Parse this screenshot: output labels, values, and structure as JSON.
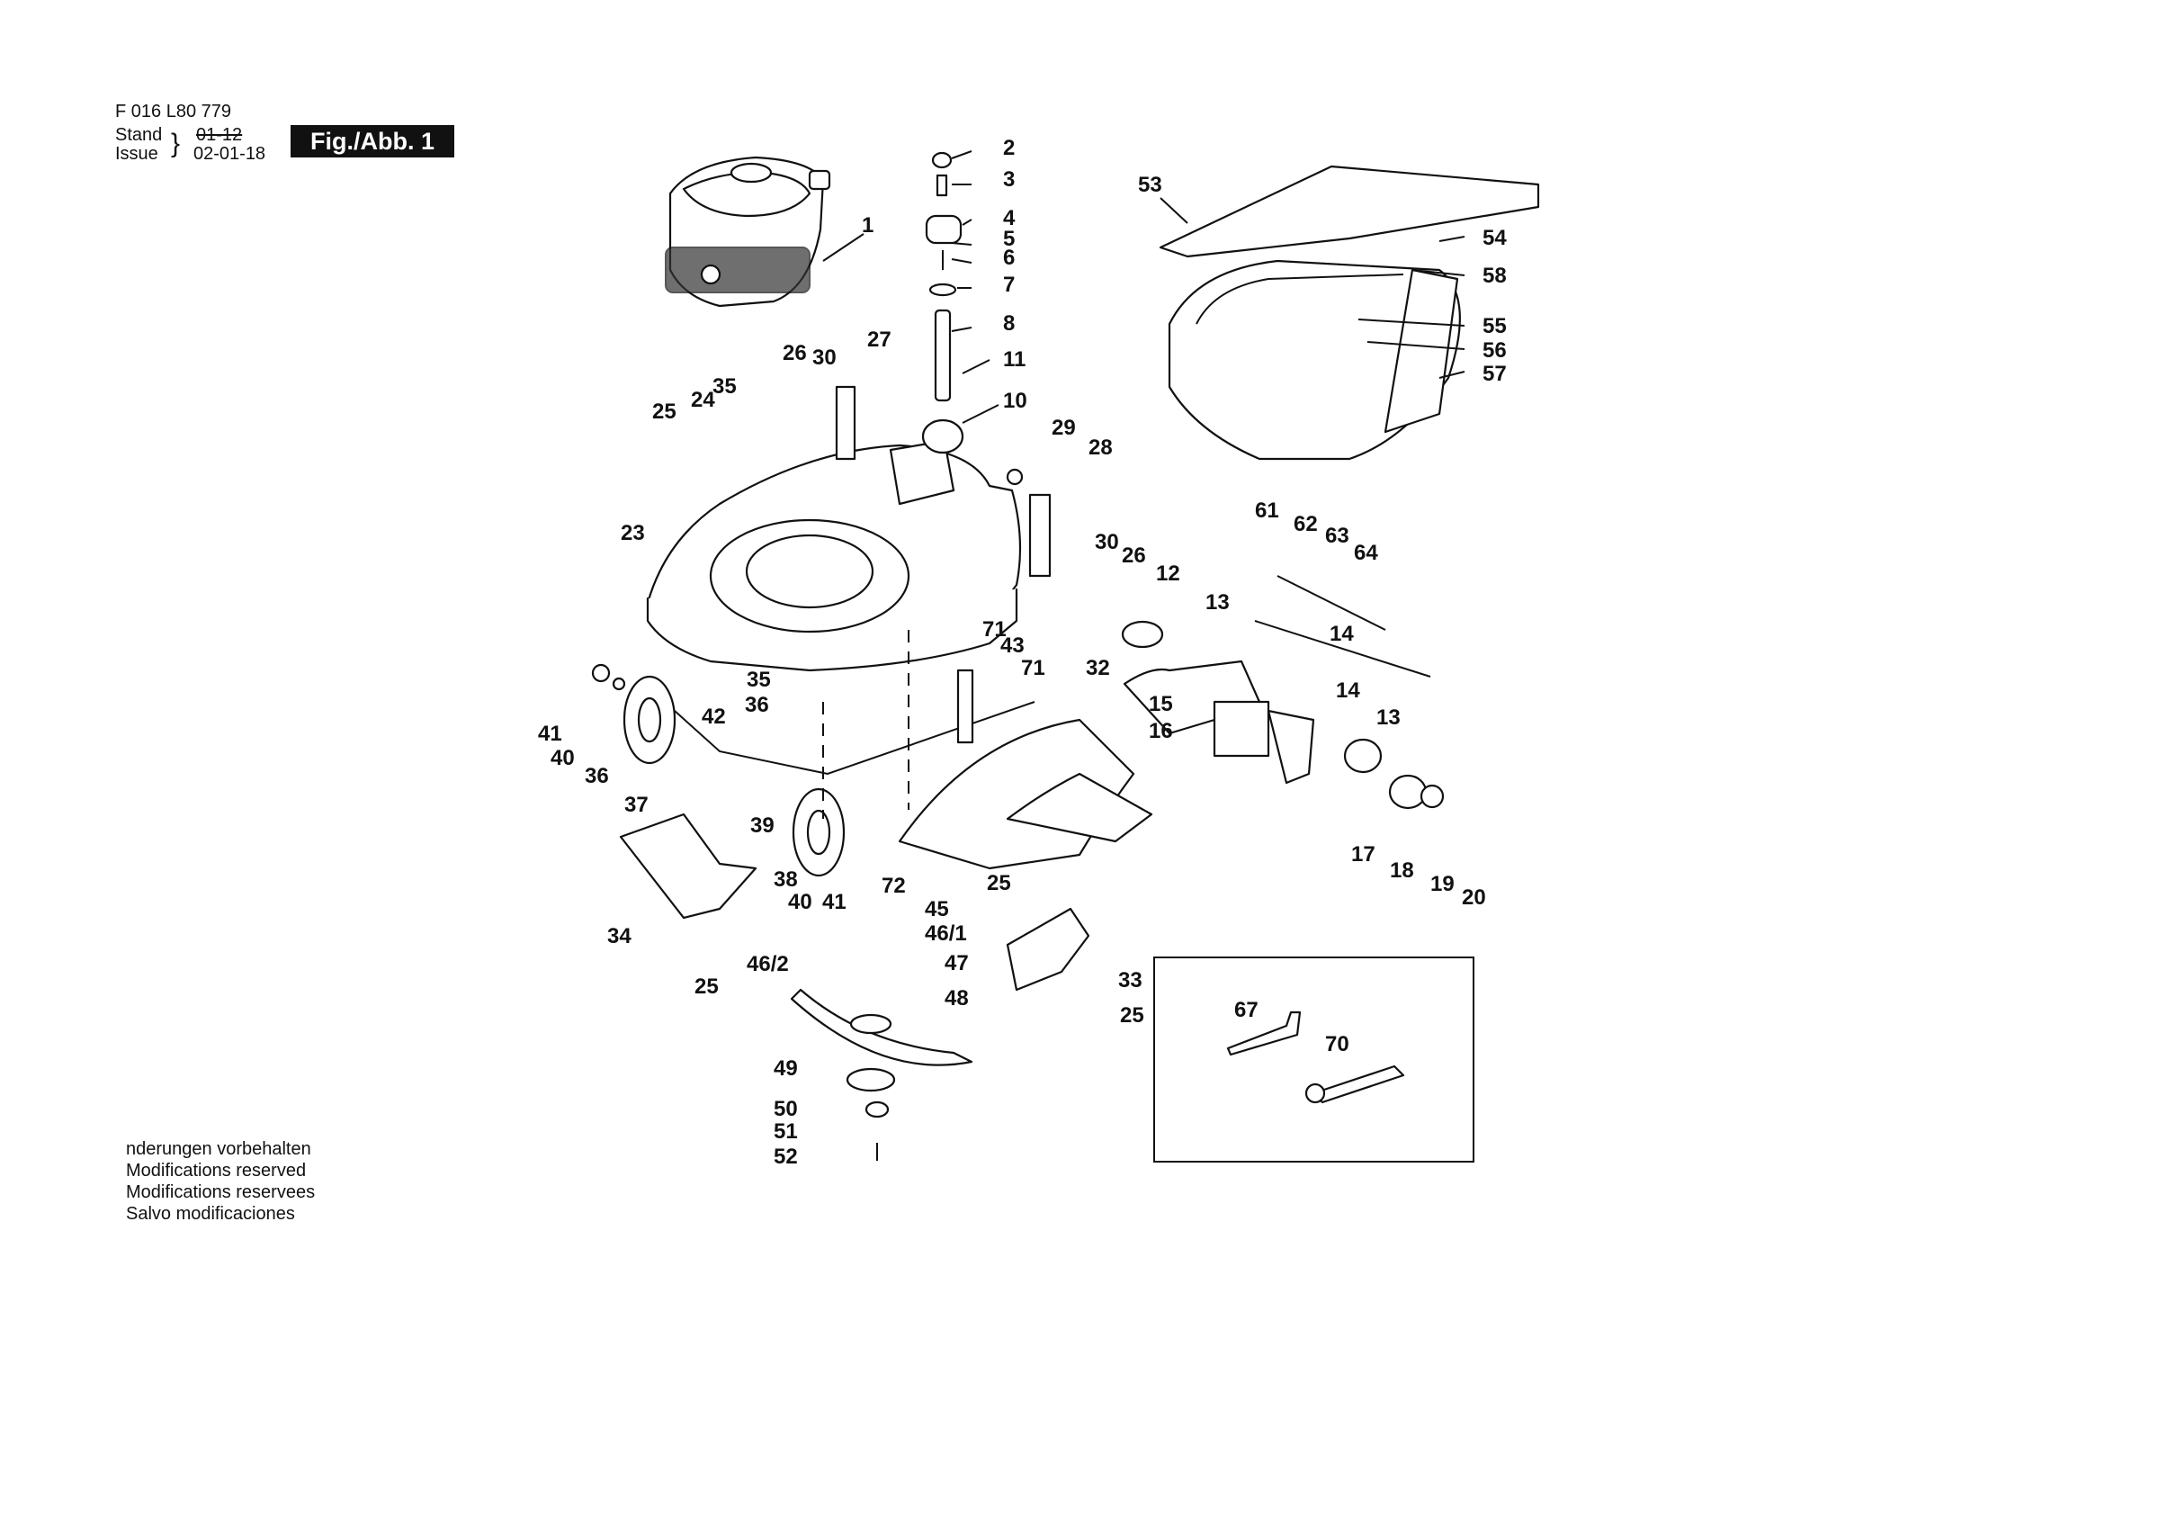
{
  "header": {
    "doc_number": "F 016 L80 779",
    "stand_label": "Stand",
    "issue_label": "Issue",
    "old_date": "01-12",
    "issue_date": "02-01-18",
    "figure_label": "Fig./Abb. 1"
  },
  "notes": [
    "nderungen vorbehalten",
    "Modifications reserved",
    "Modifications reservees",
    "Salvo modificaciones"
  ],
  "callouts": [
    "1",
    "2",
    "3",
    "4",
    "5",
    "6",
    "7",
    "8",
    "10",
    "11",
    "12",
    "13",
    "13",
    "14",
    "14",
    "15",
    "16",
    "17",
    "18",
    "19",
    "20",
    "23",
    "24",
    "25",
    "25",
    "25",
    "25",
    "26",
    "26",
    "27",
    "28",
    "29",
    "30",
    "30",
    "32",
    "33",
    "34",
    "35",
    "35",
    "36",
    "36",
    "37",
    "38",
    "39",
    "40",
    "40",
    "41",
    "41",
    "42",
    "43",
    "45",
    "46/1",
    "46/2",
    "47",
    "48",
    "49",
    "50",
    "51",
    "52",
    "53",
    "54",
    "55",
    "56",
    "57",
    "58",
    "61",
    "62",
    "63",
    "64",
    "67",
    "70",
    "71",
    "71",
    "72"
  ]
}
